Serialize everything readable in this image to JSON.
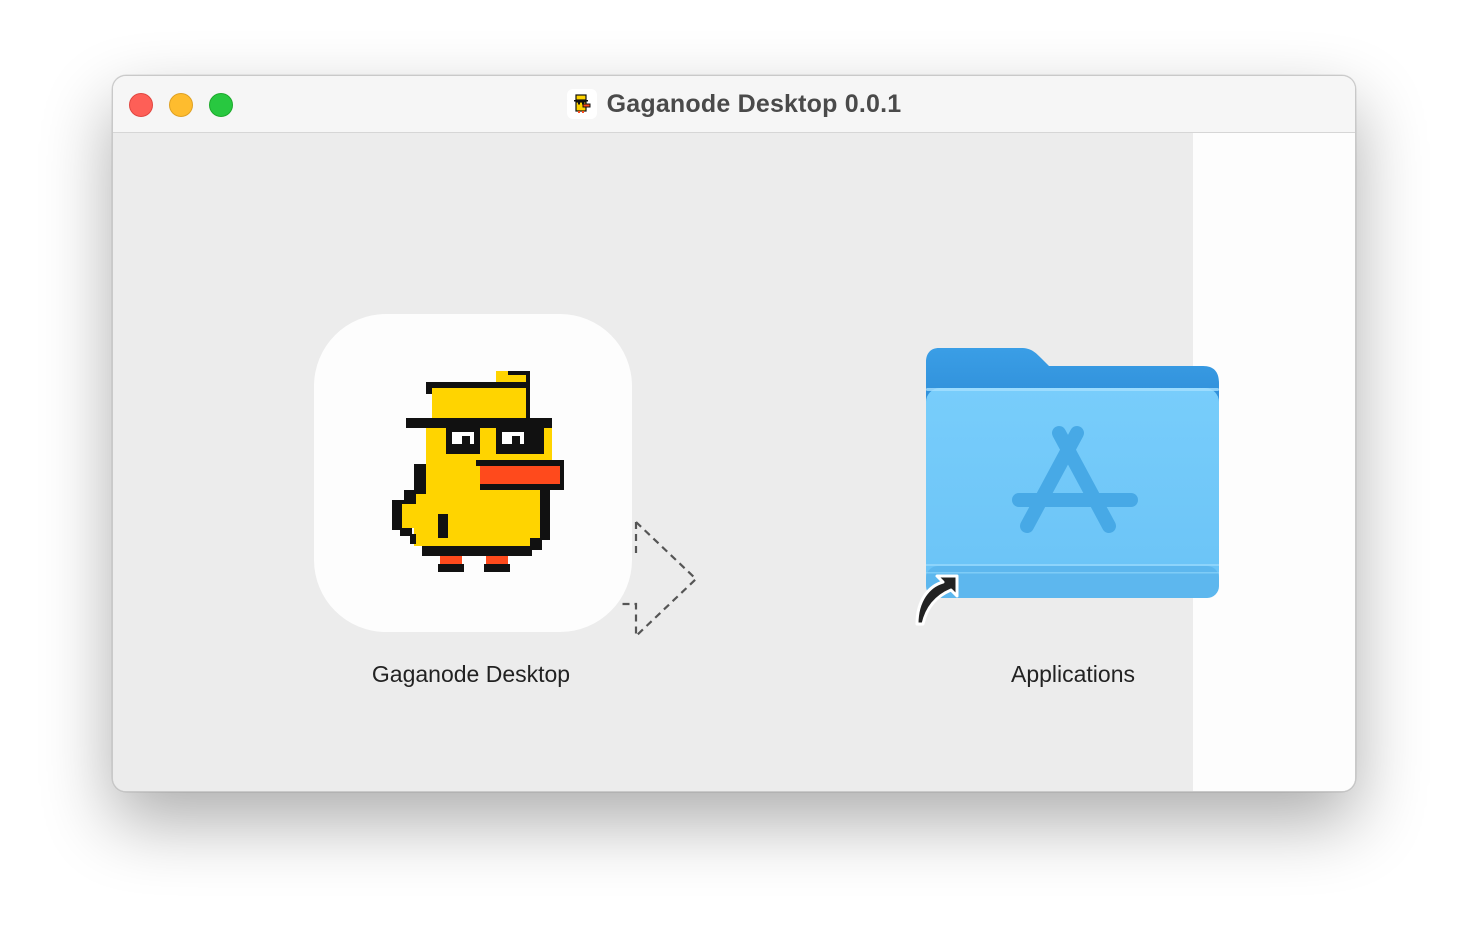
{
  "window": {
    "title": "Gaganode Desktop 0.0.1",
    "title_icon": "duck-icon"
  },
  "traffic_lights": {
    "close_color": "#fe5f57",
    "minimize_color": "#febc2e",
    "maximize_color": "#28c840"
  },
  "items": [
    {
      "label": "Gaganode Desktop",
      "icon": "duck-app-icon"
    },
    {
      "label": "Applications",
      "icon": "applications-folder-icon"
    }
  ],
  "drag_hint_icon": "dashed-arrow-icon",
  "colors": {
    "folder_blue": "#6fc8f8",
    "duck_yellow": "#ffd400",
    "beak_red": "#ff4a1c"
  }
}
